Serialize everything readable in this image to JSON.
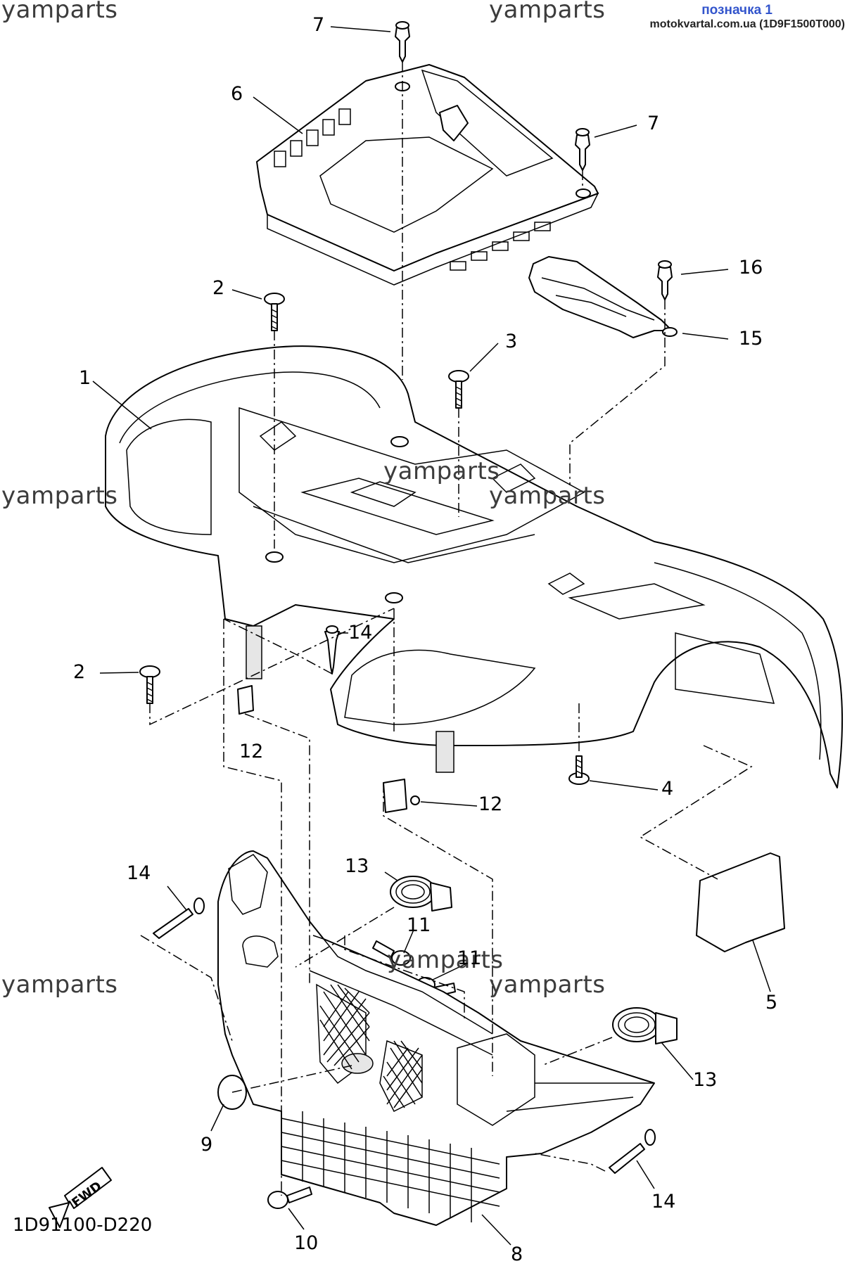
{
  "header": {
    "label": "позначка 1",
    "source": "motokvartal.com.ua (1D9F1500T000)"
  },
  "watermarks": [
    "yamparts",
    "yamparts",
    "yamparts",
    "yamparts",
    "yamparts",
    "yamparts",
    "yamparts",
    "yamparts"
  ],
  "diagram_code": "1D91100-D220",
  "fwd_label": "FWD",
  "callouts": [
    "7",
    "6",
    "7",
    "16",
    "15",
    "2",
    "3",
    "1",
    "14",
    "2",
    "12",
    "12",
    "4",
    "5",
    "13",
    "11",
    "11",
    "14",
    "13",
    "9",
    "10",
    "8",
    "14"
  ]
}
